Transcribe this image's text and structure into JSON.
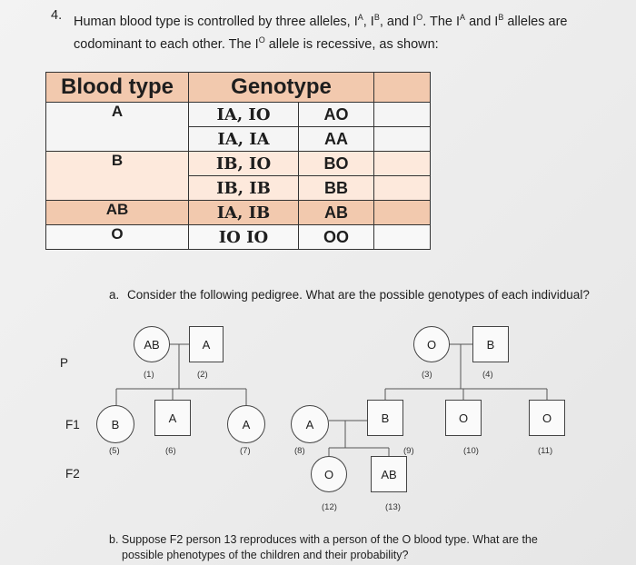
{
  "question": {
    "number": "4.",
    "line1_a": "Human blood type is controlled by three alleles, I",
    "sup_A": "A",
    "comma1": ", I",
    "sup_B": "B",
    "and": ", and I",
    "sup_O": "O",
    "line1_b": ". The I",
    "line1_c": " and I",
    "line1_d": " alleles are",
    "line2": "codominant to each other. The I",
    "line2_b": " allele is recessive, as shown:"
  },
  "table": {
    "header_blood": "Blood type",
    "header_genotype": "Genotype",
    "rows": [
      {
        "blood": "A",
        "gen": "IA, IO",
        "short": "AO"
      },
      {
        "blood": "",
        "gen": "IA, IA",
        "short": "AA"
      },
      {
        "blood": "B",
        "gen": "IB, IO",
        "short": "BO"
      },
      {
        "blood": "",
        "gen": "IB, IB",
        "short": "BB"
      },
      {
        "blood": "AB",
        "gen": "IA, IB",
        "short": "AB"
      },
      {
        "blood": "O",
        "gen": "IO IO",
        "short": "OO"
      }
    ]
  },
  "part_a": {
    "label": "a.",
    "text": "Consider the following pedigree. What are the possible genotypes of each individual?"
  },
  "part_b": {
    "label": "b.",
    "text1": "Suppose F2 person 13 reproduces with a person of the O blood type. What are the",
    "text2": "possible phenotypes of the children and their probability?"
  },
  "generations": {
    "p": "P",
    "f1": "F1",
    "f2": "F2"
  },
  "individuals": [
    {
      "id": "(1)",
      "type": "AB"
    },
    {
      "id": "(2)",
      "type": "A"
    },
    {
      "id": "(3)",
      "type": "O"
    },
    {
      "id": "(4)",
      "type": "B"
    },
    {
      "id": "(5)",
      "type": "B"
    },
    {
      "id": "(6)",
      "type": "A"
    },
    {
      "id": "(7)",
      "type": "A"
    },
    {
      "id": "(8)",
      "type": "A"
    },
    {
      "id": "(9)",
      "type": "B"
    },
    {
      "id": "(10)",
      "type": "O"
    },
    {
      "id": "(11)",
      "type": "O"
    },
    {
      "id": "(12)",
      "type": "O"
    },
    {
      "id": "(13)",
      "type": "AB"
    }
  ]
}
